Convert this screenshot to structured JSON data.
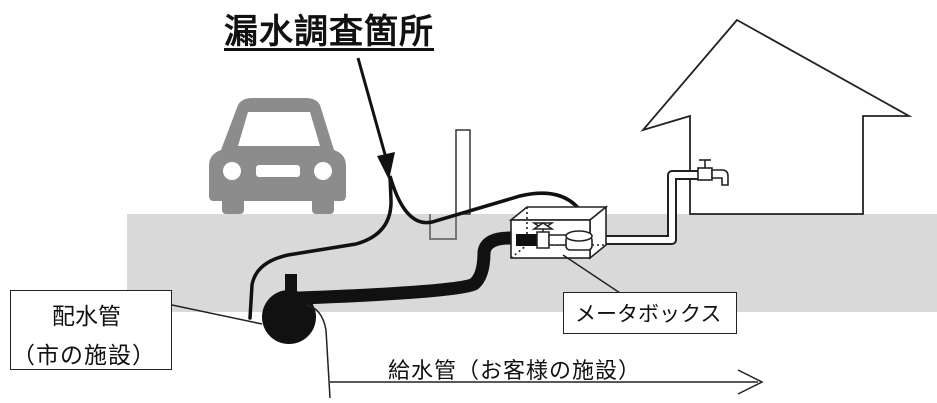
{
  "diagram": {
    "title": "漏水調査箇所",
    "distribution_pipe_label": "配水管",
    "distribution_pipe_owner": "（市の施設）",
    "meter_box_label": "メータボックス",
    "service_pipe_label": "給水管（お客様の施設）"
  },
  "icons": {
    "car": "car-icon",
    "house": "house-icon",
    "faucet": "faucet-icon",
    "valve": "valve-icon",
    "meter": "water-meter-icon"
  },
  "colors": {
    "ground": "#d9d9d9",
    "pipe": "#111111",
    "car": "#8c8c8c",
    "outline": "#222222"
  }
}
